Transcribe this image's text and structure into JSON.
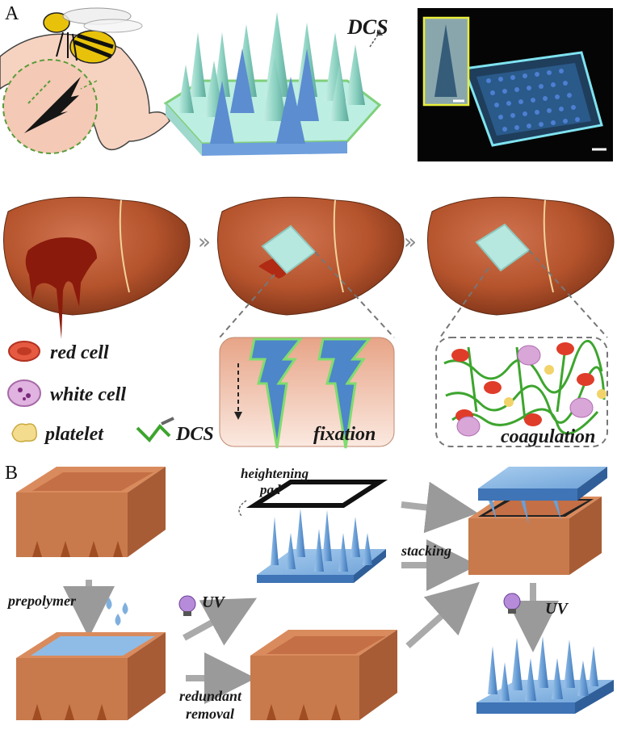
{
  "panels": {
    "a": "A",
    "b": "B"
  },
  "panel_a": {
    "dcs_label": "DCS",
    "legend": {
      "red_cell": "red cell",
      "white_cell": "white cell",
      "platelet": "platelet",
      "dcs": "DCS"
    },
    "fixation_label": "fixation",
    "coagulation_label": "coagulation"
  },
  "panel_b": {
    "heightening_pad_line1": "heightening",
    "heightening_pad_line2": "pad",
    "prepolymer": "prepolymer",
    "uv_1": "UV",
    "uv_2": "UV",
    "stacking": "stacking",
    "redundant_line1": "redundant",
    "redundant_line2": "removal"
  },
  "colors": {
    "liver": "#b4532c",
    "blood": "#8a1a0c",
    "mold": "#c87a4d",
    "polymer": "#7fb0dd",
    "patch": "#a8dcd6",
    "dcs_green": "#3da52e",
    "spike_blue": "#4d86c9"
  }
}
